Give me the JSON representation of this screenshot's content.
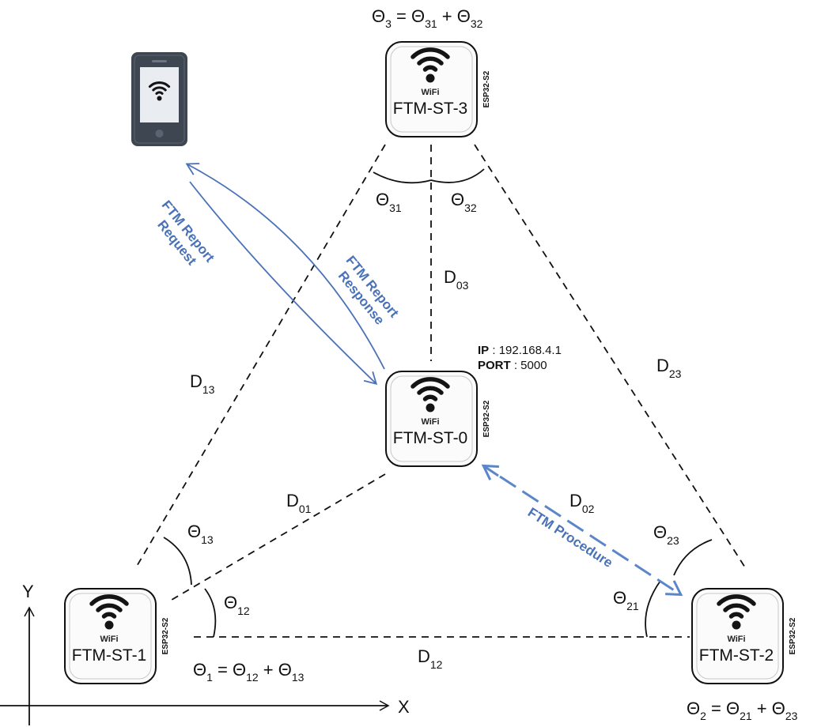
{
  "nodes": {
    "st0": {
      "name": "FTM-ST-0",
      "wifi": "WiFi",
      "chip": "ESP32-S2"
    },
    "st1": {
      "name": "FTM-ST-1",
      "wifi": "WiFi",
      "chip": "ESP32-S2"
    },
    "st2": {
      "name": "FTM-ST-2",
      "wifi": "WiFi",
      "chip": "ESP32-S2"
    },
    "st3": {
      "name": "FTM-ST-3",
      "wifi": "WiFi",
      "chip": "ESP32-S2"
    }
  },
  "network": {
    "ip_label": "IP",
    "ip_value": " : 192.168.4.1",
    "port_label": "PORT",
    "port_value": " : 5000"
  },
  "distances": {
    "d01": {
      "base": "D",
      "sub": "01"
    },
    "d02": {
      "base": "D",
      "sub": "02"
    },
    "d03": {
      "base": "D",
      "sub": "03"
    },
    "d12": {
      "base": "D",
      "sub": "12"
    },
    "d13": {
      "base": "D",
      "sub": "13"
    },
    "d23": {
      "base": "D",
      "sub": "23"
    }
  },
  "angles": {
    "t12": {
      "base": "Θ",
      "sub": "12"
    },
    "t13": {
      "base": "Θ",
      "sub": "13"
    },
    "t21": {
      "base": "Θ",
      "sub": "21"
    },
    "t23": {
      "base": "Θ",
      "sub": "23"
    },
    "t31": {
      "base": "Θ",
      "sub": "31"
    },
    "t32": {
      "base": "Θ",
      "sub": "32"
    }
  },
  "formulas": {
    "f1": {
      "lhs": "Θ",
      "lhs_sub": "1",
      "eq": " = Θ",
      "a_sub": "12",
      "plus": " + Θ",
      "b_sub": "13"
    },
    "f2": {
      "lhs": "Θ",
      "lhs_sub": "2",
      "eq": " = Θ",
      "a_sub": "21",
      "plus": " + Θ",
      "b_sub": "23"
    },
    "f3": {
      "lhs": "Θ",
      "lhs_sub": "3",
      "eq": " = Θ",
      "a_sub": "31",
      "plus": " + Θ",
      "b_sub": "32"
    }
  },
  "arrows": {
    "request": {
      "line1": "FTM Report",
      "line2": "Request"
    },
    "response": {
      "line1": "FTM Report",
      "line2": "Response"
    },
    "procedure": {
      "text": "FTM Procedure"
    }
  },
  "axes": {
    "x": "X",
    "y": "Y"
  },
  "icons": {
    "phone": "smartphone-icon",
    "wifi": "wifi-icon"
  },
  "colors": {
    "accent": "#4a72b8",
    "line": "#111111",
    "phone_body": "#3d4651",
    "phone_screen": "#e9edf1"
  }
}
